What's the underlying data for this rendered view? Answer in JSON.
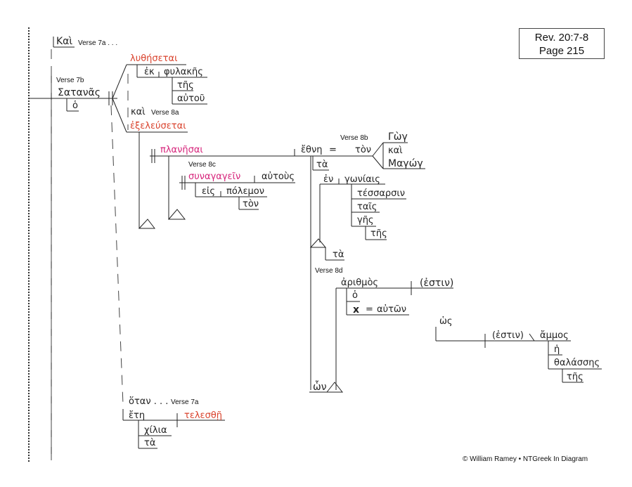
{
  "reference": {
    "line1": "Rev. 20:7-8",
    "line2": "Page 215"
  },
  "copyright": "© William Ramey • NTGreek In Diagram",
  "verse_labels": {
    "v7a": "Verse 7a . . .",
    "v7b": "Verse 7b",
    "v8a": "Verse 8a",
    "v8b": "Verse 8b",
    "v8c": "Verse 8c",
    "v8d": "Verse 8d",
    "v7a_otan": "Verse 7a"
  },
  "words": {
    "kai": "Καὶ",
    "lythesetai": "λυθήσεται",
    "ek": "ἐκ",
    "phylakes": "φυλακῆς",
    "tes1": "τῆς",
    "autou": "αὐτοῦ",
    "satanas": "Σατανᾶς",
    "ho": "ὁ",
    "kai2": "καὶ",
    "exeleusetai": "ἐξελεύσεται",
    "planesai": "πλανῆσαι",
    "ethne": "ἔθνη",
    "eq1": "=",
    "ton1": "τὸν",
    "gog": "Γὼγ",
    "kai3": "καὶ",
    "magog": "Μαγώγ",
    "ta1": "τὰ",
    "synagagein": "συναγαγεῖν",
    "autous": "αὐτοὺς",
    "eis": "εἰς",
    "polemon": "πόλεμον",
    "ton2": "τὸν",
    "en": "ἐν",
    "goniais": "γωνίαις",
    "tessarsin": "τέσσαρσιν",
    "tais": "ταῖς",
    "ges": "γῆς",
    "tes2": "τῆς",
    "ta2": "τὰ",
    "arithmos": "ἀριθμὸς",
    "estin1": "(ἐστιν)",
    "ho2": "ὁ",
    "x": "x",
    "eq2": "=",
    "auton": "αὐτῶν",
    "hos": "ὡς",
    "estin2": "(ἐστιν)",
    "ammos": "ἄμμος",
    "he": "ἡ",
    "thalasses": "θαλάσσης",
    "tes3": "τῆς",
    "hon": "ὧν",
    "hotan": "ὅταν . . .",
    "ete": "ἔτη",
    "telesthe": "τελεσθῇ",
    "chilia": "χίλια",
    "ta3": "τὰ"
  }
}
